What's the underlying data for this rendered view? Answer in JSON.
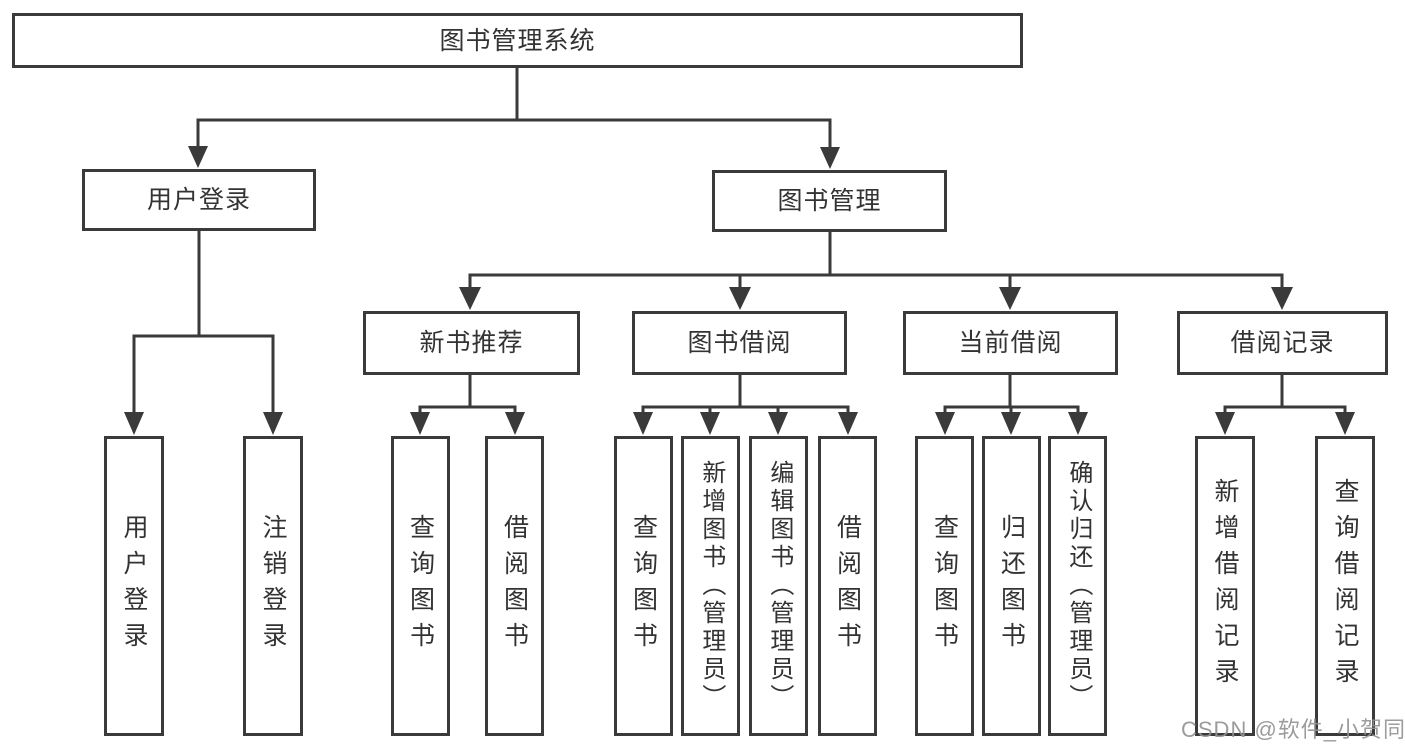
{
  "diagram": {
    "root": "图书管理系统",
    "level2": [
      {
        "label": "用户登录"
      },
      {
        "label": "图书管理"
      }
    ],
    "level3": [
      {
        "label": "新书推荐"
      },
      {
        "label": "图书借阅"
      },
      {
        "label": "当前借阅"
      },
      {
        "label": "借阅记录"
      }
    ],
    "leaves": {
      "user": [
        "用户登录",
        "注销登录"
      ],
      "recommend": [
        "查询图书",
        "借阅图书"
      ],
      "borrow": [
        "查询图书",
        "新增图书（管理员）",
        "编辑图书（管理员）",
        "借阅图书"
      ],
      "current": [
        "查询图书",
        "归还图书",
        "确认归还（管理员）"
      ],
      "records": [
        "新增借阅记录",
        "查询借阅记录"
      ]
    },
    "watermark": "CSDN @软件_小贺同学",
    "colors": {
      "line": "#3a3a3a",
      "box_border": "#3a3a3a",
      "box_bg": "#ffffff",
      "text": "#333333",
      "watermark": "#949494"
    }
  }
}
